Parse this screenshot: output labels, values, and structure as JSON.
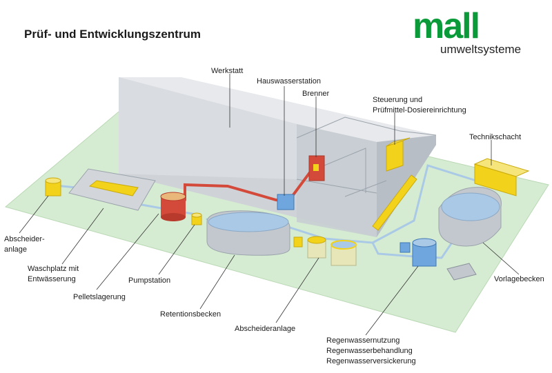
{
  "title": "Prüf- und Entwicklungszentrum",
  "logo": {
    "brand": "mall",
    "tagline": "umweltsysteme"
  },
  "colors": {
    "ground": "#d6ecd2",
    "building": "#dcdfe3",
    "water": "#a9c9e6",
    "yellow": "#f2d21a",
    "red": "#d44a3a",
    "logo_green": "#0a9a3a"
  },
  "labels": {
    "werkstatt": "Werkstatt",
    "hauswasserstation": "Hauswasserstation",
    "brenner": "Brenner",
    "steuerung_1": "Steuerung und",
    "steuerung_2": "Prüfmittel-Dosiereinrichtung",
    "technikschacht": "Technikschacht",
    "abscheider_1": "Abscheider-",
    "abscheider_2": "anlage",
    "waschplatz_1": "Waschplatz mit",
    "waschplatz_2": "Entwässerung",
    "pelletslagerung": "Pelletslagerung",
    "pumpstation": "Pumpstation",
    "retentionsbecken": "Retentionsbecken",
    "abscheideranlage": "Abscheideranlage",
    "regen_1": "Regenwassernutzung",
    "regen_2": "Regenwasserbehandlung",
    "regen_3": "Regenwasserversickerung",
    "vorlagebecken": "Vorlagebecken"
  }
}
